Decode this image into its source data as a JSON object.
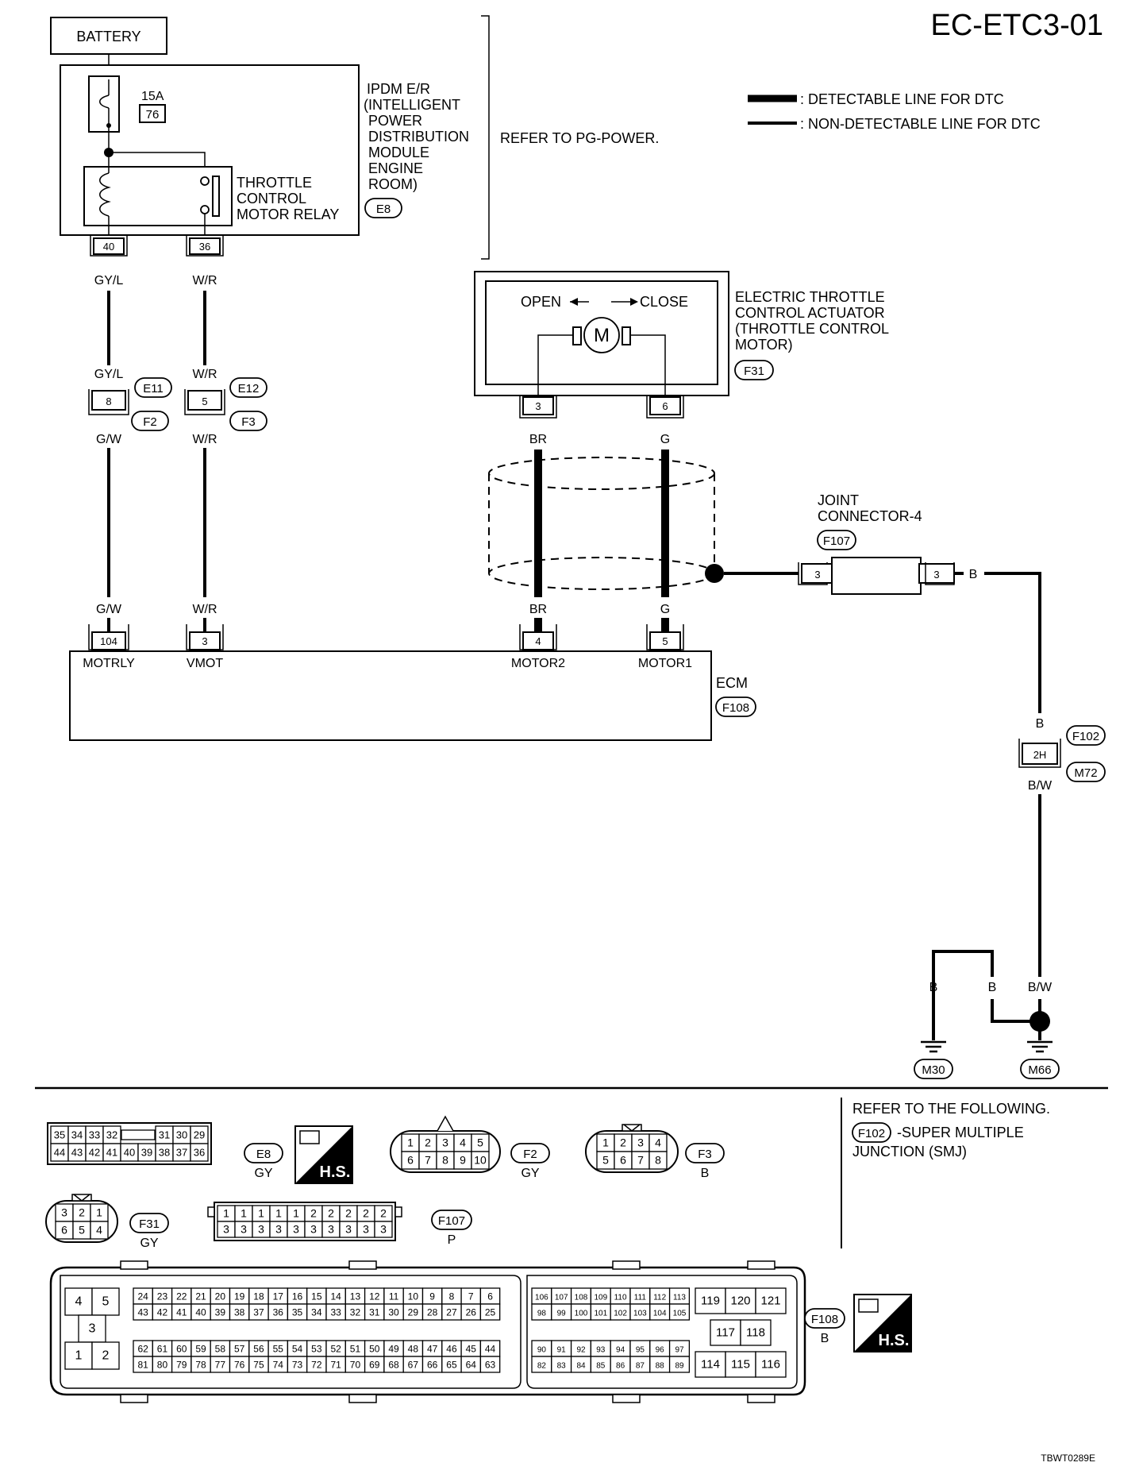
{
  "title": "EC-ETC3-01",
  "footer_code": "TBWT0289E",
  "legend": {
    "detectable": ": DETECTABLE LINE FOR DTC",
    "non_detectable": ": NON-DETECTABLE LINE FOR DTC"
  },
  "battery": "BATTERY",
  "fuse": {
    "rating": "15A",
    "number": "76"
  },
  "ipdm": {
    "lines": [
      "IPDM E/R",
      "(INTELLIGENT",
      "POWER",
      "DISTRIBUTION",
      "MODULE",
      "ENGINE",
      "ROOM)"
    ],
    "connector": "E8",
    "refer": "REFER TO PG-POWER."
  },
  "relay": {
    "lines": [
      "THROTTLE",
      "CONTROL",
      "MOTOR RELAY"
    ]
  },
  "pins": {
    "ipdm_a": "40",
    "ipdm_b": "36",
    "joint_a": "8",
    "joint_b": "5",
    "actuator_a": "3",
    "actuator_b": "6",
    "ecm_1": "104",
    "ecm_2": "3",
    "ecm_3": "4",
    "ecm_4": "5",
    "jc_left": "3",
    "jc_right": "3",
    "smj": "2H"
  },
  "wires": {
    "gyl": "GY/L",
    "wr": "W/R",
    "gw": "G/W",
    "br": "BR",
    "g": "G",
    "b": "B",
    "bw": "B/W"
  },
  "connectors": {
    "e11": "E11",
    "e12": "E12",
    "f2": "F2",
    "f3": "F3",
    "f31": "F31",
    "f107": "F107",
    "f108": "F108",
    "f102": "F102",
    "m72": "M72",
    "m30": "M30",
    "m66": "M66"
  },
  "actuator": {
    "open": "OPEN",
    "close": "CLOSE",
    "motor": "M",
    "lines": [
      "ELECTRIC THROTTLE",
      "CONTROL ACTUATOR",
      "(THROTTLE CONTROL",
      " MOTOR)"
    ]
  },
  "joint_connector": {
    "lines": [
      "JOINT",
      "CONNECTOR-4"
    ]
  },
  "ecm": {
    "label": "ECM",
    "terminals": {
      "motrly": "MOTRLY",
      "vmot": "VMOT",
      "motor2": "MOTOR2",
      "motor1": "MOTOR1"
    }
  },
  "refer_following": {
    "line1": "REFER TO THE FOLLOWING.",
    "line2": "-SUPER MULTIPLE",
    "line3": "JUNCTION (SMJ)",
    "connector": "F102"
  },
  "connector_views": {
    "e8": {
      "name": "E8",
      "color": "GY",
      "top": [
        "35",
        "34",
        "33",
        "32",
        "",
        "31",
        "30",
        "29"
      ],
      "bottom": [
        "44",
        "43",
        "42",
        "41",
        "40",
        "39",
        "38",
        "37",
        "36"
      ]
    },
    "hs": "H.S.",
    "f2": {
      "name": "F2",
      "color": "GY",
      "top": [
        "1",
        "2",
        "3",
        "4",
        "5"
      ],
      "bottom": [
        "6",
        "7",
        "8",
        "9",
        "10"
      ]
    },
    "f3": {
      "name": "F3",
      "color": "B",
      "top": [
        "1",
        "2",
        "3",
        "4"
      ],
      "bottom": [
        "5",
        "6",
        "7",
        "8"
      ]
    },
    "f31": {
      "name": "F31",
      "color": "GY",
      "top": [
        "3",
        "2",
        "1"
      ],
      "bottom": [
        "6",
        "5",
        "4"
      ]
    },
    "f107": {
      "name": "F107",
      "color": "P",
      "top": [
        "1",
        "1",
        "1",
        "1",
        "1",
        "2",
        "2",
        "2",
        "2",
        "2"
      ],
      "bottom": [
        "3",
        "3",
        "3",
        "3",
        "3",
        "3",
        "3",
        "3",
        "3",
        "3"
      ]
    },
    "f108": {
      "name": "F108",
      "color": "B",
      "block_left": {
        "r1": [
          "4",
          "5"
        ],
        "r2": [
          "3"
        ],
        "r3": [
          "1",
          "2"
        ]
      },
      "row1": [
        "24",
        "23",
        "22",
        "21",
        "20",
        "19",
        "18",
        "17",
        "16",
        "15",
        "14",
        "13",
        "12",
        "11",
        "10",
        "9",
        "8",
        "7",
        "6"
      ],
      "row2": [
        "43",
        "42",
        "41",
        "40",
        "39",
        "38",
        "37",
        "36",
        "35",
        "34",
        "33",
        "32",
        "31",
        "30",
        "29",
        "28",
        "27",
        "26",
        "25"
      ],
      "row3": [
        "62",
        "61",
        "60",
        "59",
        "58",
        "57",
        "56",
        "55",
        "54",
        "53",
        "52",
        "51",
        "50",
        "49",
        "48",
        "47",
        "46",
        "45",
        "44"
      ],
      "row4": [
        "81",
        "80",
        "79",
        "78",
        "77",
        "76",
        "75",
        "74",
        "73",
        "72",
        "71",
        "70",
        "69",
        "68",
        "67",
        "66",
        "65",
        "64",
        "63"
      ],
      "mid1": [
        "106",
        "107",
        "108",
        "109",
        "110",
        "111",
        "112",
        "113"
      ],
      "mid2": [
        "98",
        "99",
        "100",
        "101",
        "102",
        "103",
        "104",
        "105"
      ],
      "mid3": [
        "90",
        "91",
        "92",
        "93",
        "94",
        "95",
        "96",
        "97"
      ],
      "mid4": [
        "82",
        "83",
        "84",
        "85",
        "86",
        "87",
        "88",
        "89"
      ],
      "right1": [
        "119",
        "120",
        "121"
      ],
      "right2": [
        "117",
        "118"
      ],
      "right3": [
        "114",
        "115",
        "116"
      ]
    }
  }
}
